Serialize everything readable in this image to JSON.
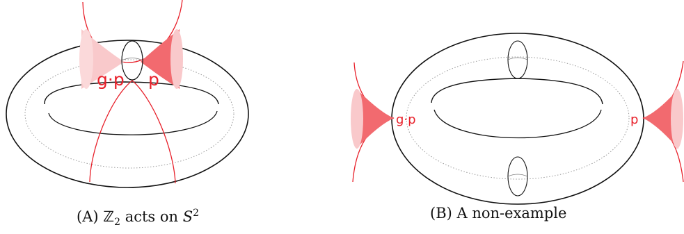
{
  "colors": {
    "accent": "#e8202a",
    "cone_fill": "#f26a6f",
    "cone_light": "#f9c9cb",
    "stroke": "#111111",
    "dotted": "#9a9a9a"
  },
  "panel_a": {
    "labels": {
      "gp": "g·p",
      "p": "p"
    },
    "caption": {
      "tag": "(A)",
      "group": "ℤ",
      "group_sub": "2",
      "text": " acts on ",
      "space": "S",
      "space_sup": "2"
    }
  },
  "panel_b": {
    "labels": {
      "gp": "g·p",
      "p": "p"
    },
    "caption": {
      "tag": "(B)",
      "text": "A non-example"
    }
  }
}
